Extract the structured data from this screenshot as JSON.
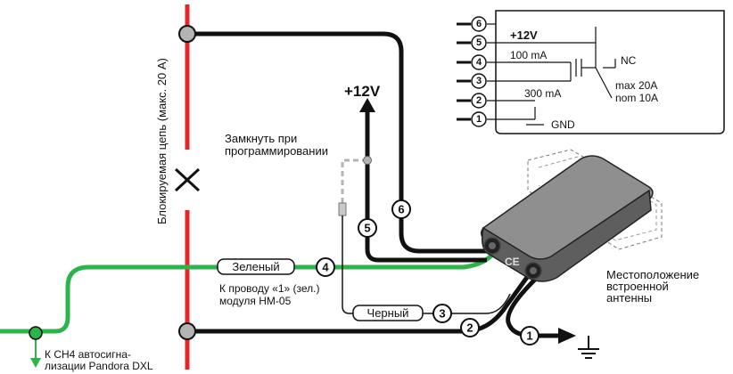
{
  "labels": {
    "blocked_circuit": "Блокируемая цепь (макс. 20 А)",
    "close_when_programming_1": "Замкнуть при",
    "close_when_programming_2": "программировании",
    "plus12v": "+12V",
    "green": "Зеленый",
    "black": "Черный",
    "to_wire1_1": "К проводу «1» (зел.)",
    "to_wire1_2": "модуля HM-05",
    "to_ch4_1": "К СН4 автосигна-",
    "to_ch4_2": "лизации Pandora DXL",
    "antenna_1": "Местоположение",
    "antenna_2": "встроенной",
    "antenna_3": "антенны"
  },
  "pins": {
    "p1": "1",
    "p2": "2",
    "p3": "3",
    "p4": "4",
    "p5": "5",
    "p6": "6"
  },
  "schematic": {
    "plus12v": "+12V",
    "ma100": "100 mA",
    "ma300": "300 mA",
    "nc": "NC",
    "max": "max 20A",
    "nom": "nom 10A",
    "gnd": "GND"
  },
  "colors": {
    "red_line": "#e8262a",
    "green_wire": "#2cb34a",
    "black_wire": "#111111",
    "connector_gray": "#b4b4b4"
  }
}
